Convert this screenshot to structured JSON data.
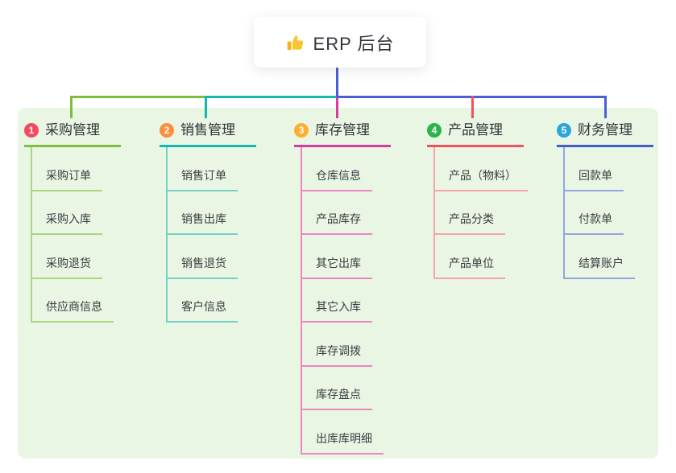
{
  "root": {
    "label": "ERP 后台",
    "icon": "thumbs-up"
  },
  "panel": {
    "background": "#e9f6e3"
  },
  "branches": [
    {
      "index": "1",
      "label": "采购管理",
      "badge_color": "#f24a5e",
      "line_color": "#7fbf44",
      "light_color": "#a9d67f",
      "items": [
        "采购订单",
        "采购入库",
        "采购退货",
        "供应商信息"
      ]
    },
    {
      "index": "2",
      "label": "销售管理",
      "badge_color": "#fd8e3e",
      "line_color": "#16b7ae",
      "light_color": "#77cfc8",
      "items": [
        "销售订单",
        "销售出库",
        "销售退货",
        "客户信息"
      ]
    },
    {
      "index": "3",
      "label": "库存管理",
      "badge_color": "#ffae2f",
      "line_color": "#d63d9d",
      "light_color": "#ee86c4",
      "items": [
        "仓库信息",
        "产品库存",
        "其它出库",
        "其它入库",
        "库存调拨",
        "库存盘点",
        "出库库明细"
      ]
    },
    {
      "index": "4",
      "label": "产品管理",
      "badge_color": "#2cb44c",
      "line_color": "#f15060",
      "light_color": "#f8a2aa",
      "items": [
        "产品（物料）",
        "产品分类",
        "产品单位"
      ]
    },
    {
      "index": "5",
      "label": "财务管理",
      "badge_color": "#2aa5dd",
      "line_color": "#3f5ed1",
      "light_color": "#92a6e3",
      "items": [
        "回款单",
        "付款单",
        "结算账户"
      ]
    }
  ],
  "connector": {
    "root_color": "#4a5fd2",
    "segment_colors": {
      "left": "#7cbf3f",
      "mid": "#16b7ae",
      "right": "#4a5fd2"
    },
    "drop_colors": [
      "#7cbf3f",
      "#16b7ae",
      "#d63d9d",
      "#f15060",
      "#4a5fd2"
    ]
  }
}
